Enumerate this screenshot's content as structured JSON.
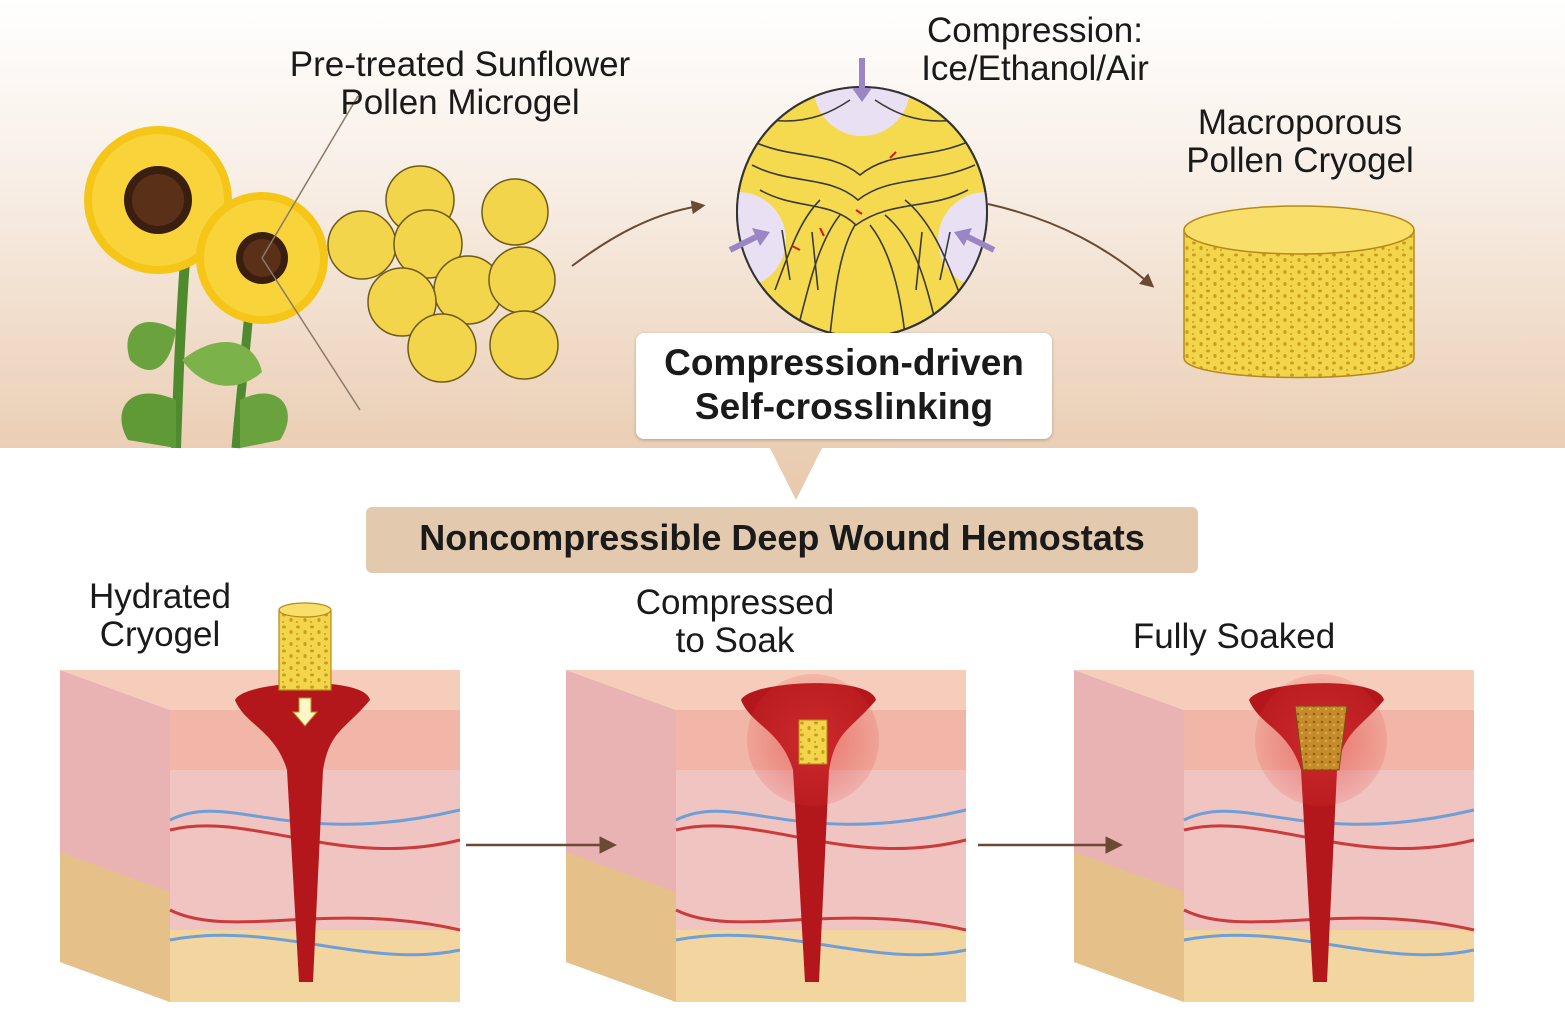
{
  "top": {
    "pollen_label": [
      "Pre-treated Sunflower",
      "Pollen Microgel"
    ],
    "compression_label": [
      "Compression:",
      "Ice/Ethanol/Air"
    ],
    "cryogel_label": [
      "Macroporous",
      "Pollen Cryogel"
    ],
    "process_label": [
      "Compression-driven",
      "Self-crosslinking"
    ]
  },
  "banner": {
    "title": "Noncompressible Deep Wound Hemostats"
  },
  "steps": [
    {
      "label": [
        "Hydrated",
        "Cryogel"
      ]
    },
    {
      "label": [
        "Compressed",
        "to Soak"
      ]
    },
    {
      "label": [
        "Fully Soaked"
      ]
    }
  ],
  "colors": {
    "sunflower_petal": "#f5c518",
    "pollen_yellow": "#f2d54a",
    "blood_red": "#b3171c",
    "skin_pink": "#f0c4c0",
    "fat_yellow": "#f3d69f",
    "vessel_blue": "#6f9fd6",
    "arrow_brown": "#6b4a34"
  }
}
